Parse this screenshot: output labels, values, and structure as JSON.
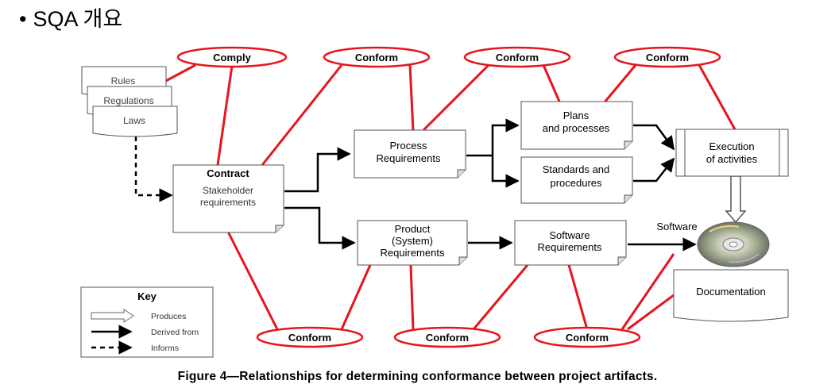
{
  "slide": {
    "bullet": "•",
    "title": "SQA 개요"
  },
  "diagram": {
    "ovals": {
      "comply": "Comply",
      "conform_top_1": "Conform",
      "conform_top_2": "Conform",
      "conform_top_3": "Conform",
      "conform_bottom_1": "Conform",
      "conform_bottom_2": "Conform",
      "conform_bottom_3": "Conform"
    },
    "docs": {
      "rules": "Rules",
      "regulations": "Regulations",
      "laws": "Laws",
      "contract_title": "Contract",
      "contract_line1": "Stakeholder",
      "contract_line2": "requirements",
      "process_line1": "Process",
      "process_line2": "Requirements",
      "product_line1": "Product",
      "product_line2": "(System)",
      "product_line3": "Requirements",
      "software_req_line1": "Software",
      "software_req_line2": "Requirements",
      "plans_line1": "Plans",
      "plans_line2": "and processes",
      "standards_line1": "Standards and",
      "standards_line2": "procedures",
      "documentation": "Documentation"
    },
    "execution_line1": "Execution",
    "execution_line2": "of activities",
    "software_label": "Software",
    "key": {
      "title": "Key",
      "produces": "Produces",
      "derived_from": "Derived from",
      "informs": "Informs"
    },
    "colors": {
      "conform_red": "#e8141c",
      "line": "#000000"
    }
  },
  "caption": "Figure 4—Relationships for determining conformance between project artifacts."
}
